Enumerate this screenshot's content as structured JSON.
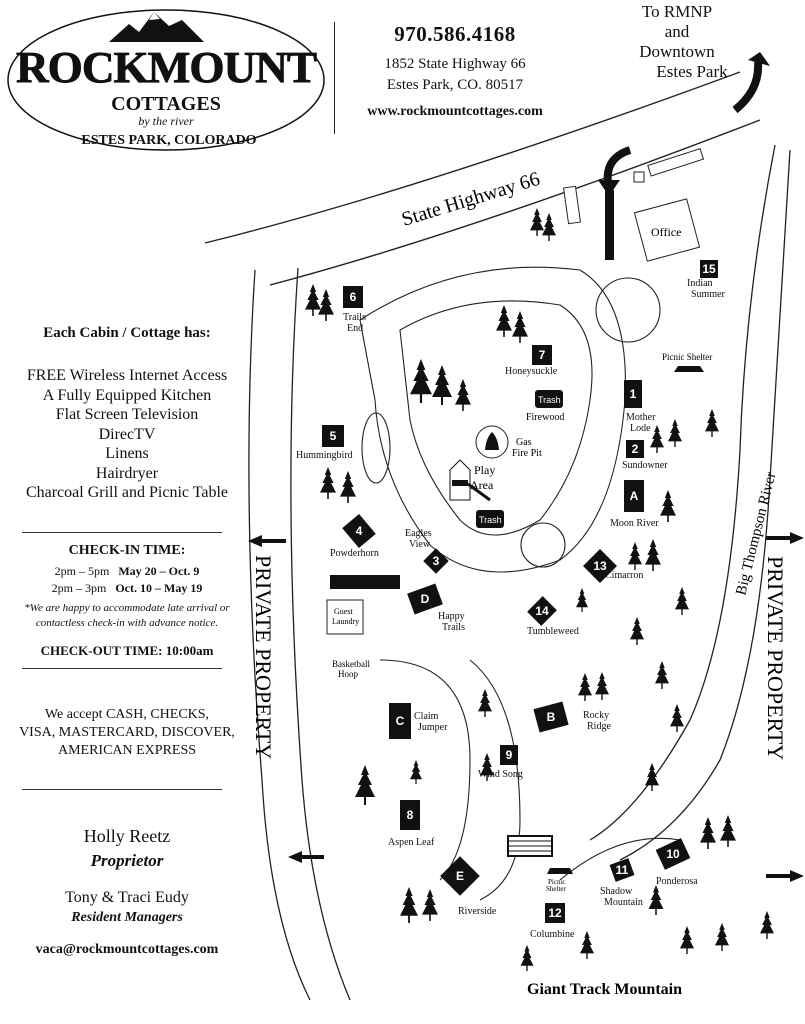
{
  "logo": {
    "name": "ROCKMOUNT",
    "sub": "COTTAGES",
    "tagline": "by the river",
    "location": "ESTES PARK, COLORADO"
  },
  "contact": {
    "phone": "970.586.4168",
    "street": "1852 State Highway 66",
    "city": "Estes Park, CO. 80517",
    "website": "www.rockmountcottages.com"
  },
  "directions": {
    "line1": "To RMNP",
    "line2": "and",
    "line3": "Downtown",
    "line4": "Estes Park"
  },
  "amenities": {
    "title": "Each Cabin / Cottage has:",
    "items": [
      "FREE Wireless Internet Access",
      "A Fully Equipped Kitchen",
      "Flat Screen Television",
      "DirecTV",
      "Linens",
      "Hairdryer",
      "Charcoal Grill and Picnic Table"
    ]
  },
  "checkin": {
    "title": "CHECK-IN TIME:",
    "row1_time": "2pm – 5pm",
    "row1_dates": "May 20 – Oct. 9",
    "row2_time": "2pm – 3pm",
    "row2_dates": "Oct. 10 – May 19",
    "note1": "*We are happy to accommodate late arrival or",
    "note2": "contactless check-in with advance notice.",
    "checkout": "CHECK-OUT TIME: 10:00am"
  },
  "payment": {
    "line1": "We accept CASH, CHECKS,",
    "line2": "VISA, MASTERCARD, DISCOVER,",
    "line3": "AMERICAN EXPRESS"
  },
  "staff": {
    "proprietor_name": "Holly Reetz",
    "proprietor_role": "Proprietor",
    "managers_name": "Tony & Traci Eudy",
    "managers_role": "Resident Managers",
    "email": "vaca@rockmountcottages.com"
  },
  "map": {
    "highway": "State Highway 66",
    "river": "Big Thompson River",
    "private_left": "PRIVATE PROPERTY",
    "private_right": "PRIVATE PROPERTY",
    "mountain": "Giant Track Mountain",
    "office": "Office",
    "picnic_shelter": "Picnic Shelter",
    "picnic_shelter_small_1": "Picnic",
    "picnic_shelter_small_2": "Shelter",
    "trash_1": "Trash",
    "trash_2": "Trash",
    "firewood": "Firewood",
    "gas_fire_pit_1": "Gas",
    "gas_fire_pit_2": "Fire Pit",
    "play_area_1": "Play",
    "play_area_2": "Area",
    "guest_laundry_1": "Guest",
    "guest_laundry_2": "Laundry",
    "basketball_1": "Basketball",
    "basketball_2": "Hoop",
    "cabins": [
      {
        "id": "1",
        "l1": "Mother",
        "l2": "Lode"
      },
      {
        "id": "2",
        "l1": "Sundowner",
        "l2": ""
      },
      {
        "id": "3",
        "l1": "Eagles",
        "l2": "View"
      },
      {
        "id": "4",
        "l1": "Powderhorn",
        "l2": ""
      },
      {
        "id": "5",
        "l1": "Hummingbird",
        "l2": ""
      },
      {
        "id": "6",
        "l1": "Trails",
        "l2": "End"
      },
      {
        "id": "7",
        "l1": "Honeysuckle",
        "l2": ""
      },
      {
        "id": "8",
        "l1": "Aspen Leaf",
        "l2": ""
      },
      {
        "id": "9",
        "l1": "Wind Song",
        "l2": ""
      },
      {
        "id": "10",
        "l1": "Ponderosa",
        "l2": ""
      },
      {
        "id": "11",
        "l1": "Shadow",
        "l2": "Mountain"
      },
      {
        "id": "12",
        "l1": "Columbine",
        "l2": ""
      },
      {
        "id": "13",
        "l1": "Cimarron",
        "l2": ""
      },
      {
        "id": "14",
        "l1": "Tumbleweed",
        "l2": ""
      },
      {
        "id": "15",
        "l1": "Indian",
        "l2": "Summer"
      },
      {
        "id": "A",
        "l1": "Moon River",
        "l2": ""
      },
      {
        "id": "B",
        "l1": "Rocky",
        "l2": "Ridge"
      },
      {
        "id": "C",
        "l1": "Claim",
        "l2": "Jumper"
      },
      {
        "id": "D",
        "l1": "Happy",
        "l2": "Trails"
      },
      {
        "id": "E",
        "l1": "Riverside",
        "l2": ""
      }
    ]
  }
}
